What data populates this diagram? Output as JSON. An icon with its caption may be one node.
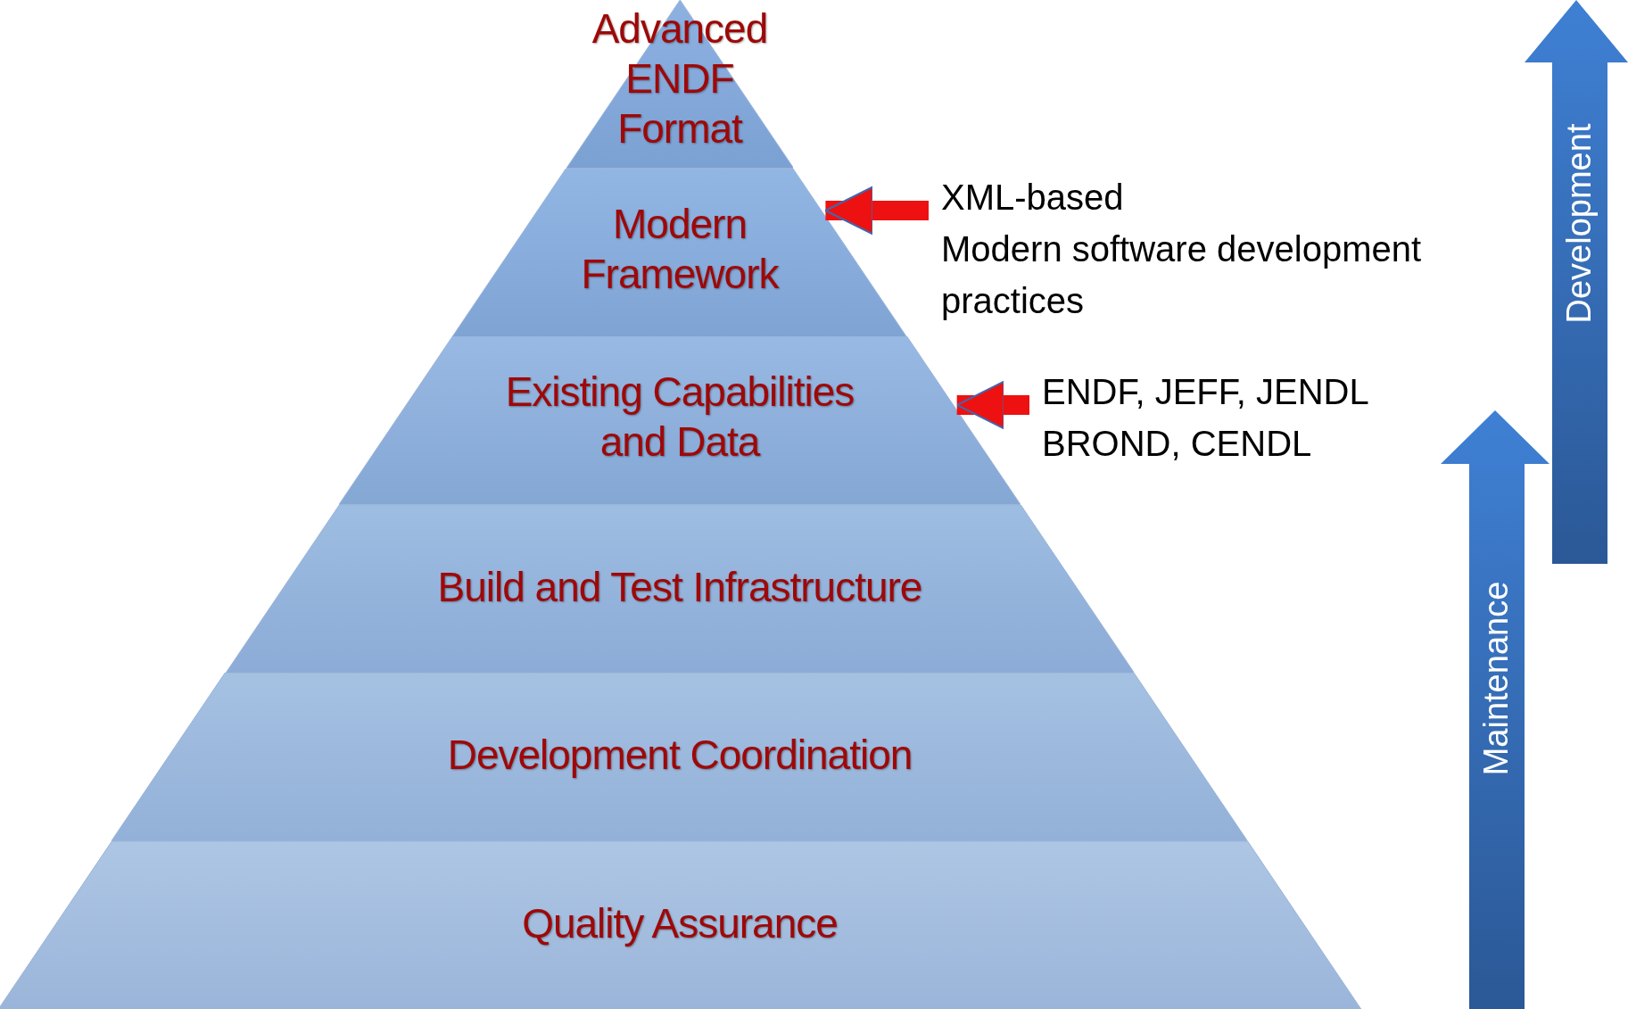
{
  "diagram": {
    "nodes": [
      {
        "text": [
          "Advanced ENDF Format"
        ]
      },
      {
        "text": [
          "Modern Framework"
        ]
      },
      {
        "text": [
          "Existing Capabilities and Data"
        ]
      },
      {
        "text": [
          "Build and Test Infrastructure"
        ]
      },
      {
        "text": [
          "Development Coordination"
        ]
      },
      {
        "text": [
          "Quality Assurance"
        ]
      },
      {
        "text": [
          "XML-based",
          "Modern software development practices"
        ]
      },
      {
        "text": [
          "ENDF, JEFF, JENDL",
          "BROND, CENDL"
        ]
      },
      {
        "text": [
          "Development"
        ]
      },
      {
        "text": [
          "Maintenance"
        ]
      }
    ],
    "edges": [
      {
        "from": 6,
        "to": 1,
        "arrow": "to"
      },
      {
        "from": 7,
        "to": 2,
        "arrow": "to"
      }
    ]
  }
}
